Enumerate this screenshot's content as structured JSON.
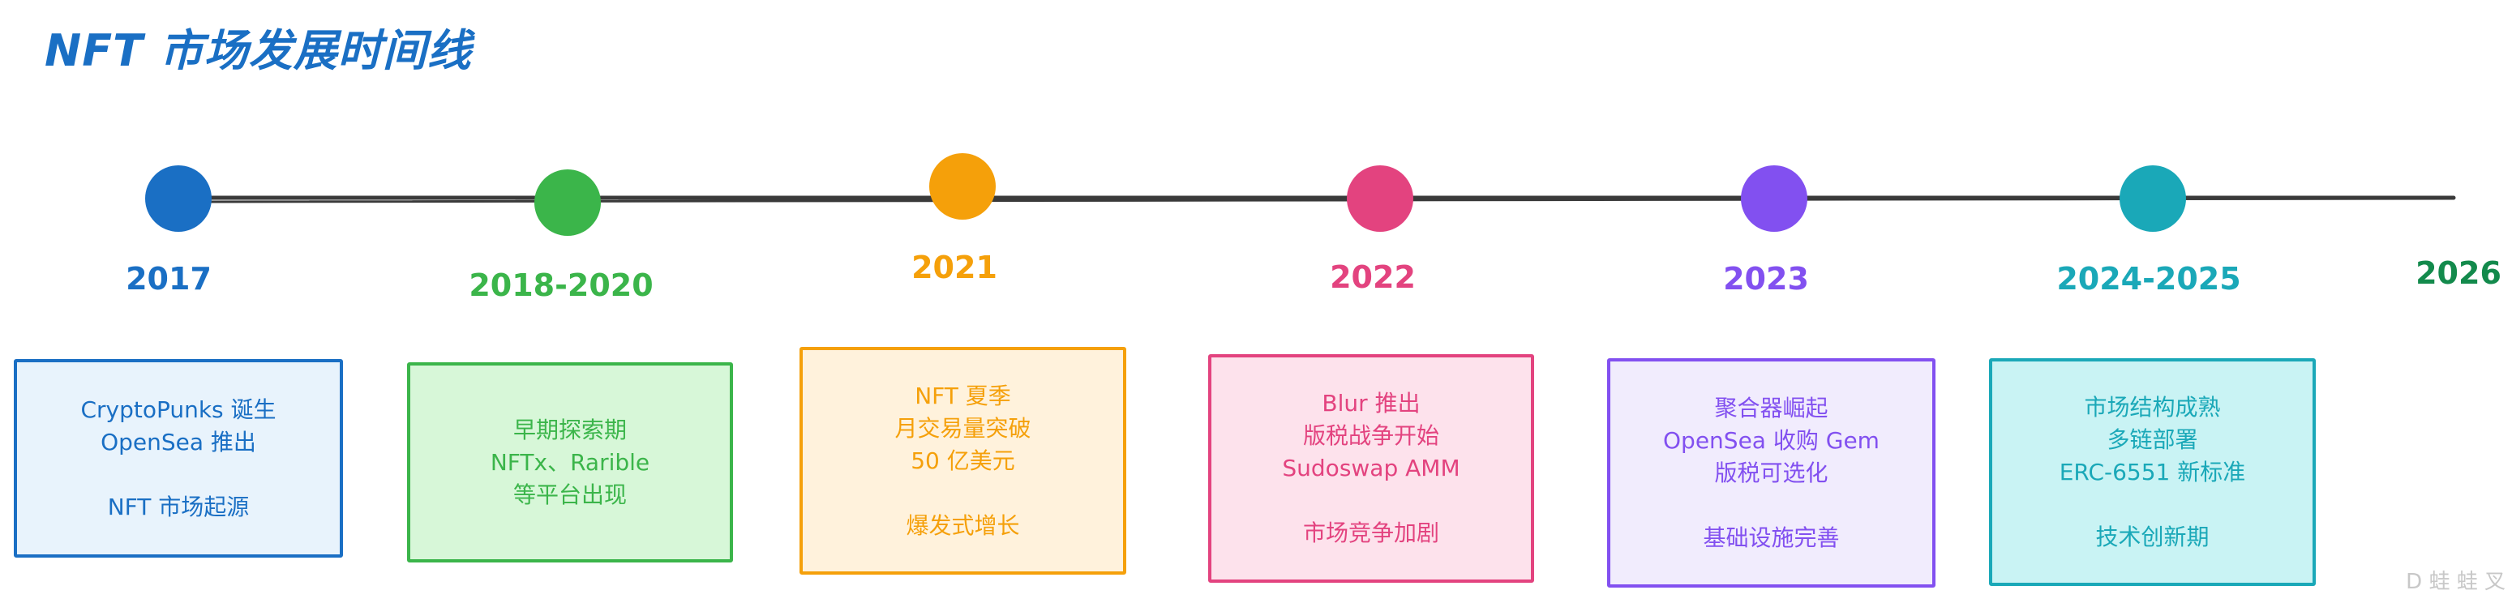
{
  "title": "NFT 市场发展时间线",
  "timeline": {
    "line_color": "#3a3a3a",
    "end_label": "2026",
    "end_color": "#138a4c"
  },
  "milestones": [
    {
      "year": "2017",
      "color": "#1a6fc4",
      "fill": "#e8f3fc",
      "lines": [
        "CryptoPunks 诞生",
        "OpenSea 推出",
        "",
        "NFT 市场起源"
      ]
    },
    {
      "year": "2018-2020",
      "color": "#3bb54a",
      "fill": "#d7f7d8",
      "lines": [
        "早期探索期",
        "NFTx、Rarible",
        "等平台出现"
      ]
    },
    {
      "year": "2021",
      "color": "#f5a00a",
      "fill": "#fff2dc",
      "lines": [
        "NFT 夏季",
        "月交易量突破",
        "50 亿美元",
        "",
        "爆发式增长"
      ]
    },
    {
      "year": "2022",
      "color": "#e3437f",
      "fill": "#fde2ec",
      "lines": [
        "Blur 推出",
        "版税战争开始",
        "Sudoswap AMM",
        "",
        "市场竞争加剧"
      ]
    },
    {
      "year": "2023",
      "color": "#8250f0",
      "fill": "#f1ecfd",
      "lines": [
        "聚合器崛起",
        "OpenSea 收购 Gem",
        "版税可选化",
        "",
        "基础设施完善"
      ]
    },
    {
      "year": "2024-2025",
      "color": "#1aa8b8",
      "fill": "#c9f3f4",
      "lines": [
        "市场结构成熟",
        "多链部署",
        "ERC-6551 新标准",
        "",
        "技术创新期"
      ]
    }
  ],
  "watermark": "D 蛙 蛙 叉"
}
